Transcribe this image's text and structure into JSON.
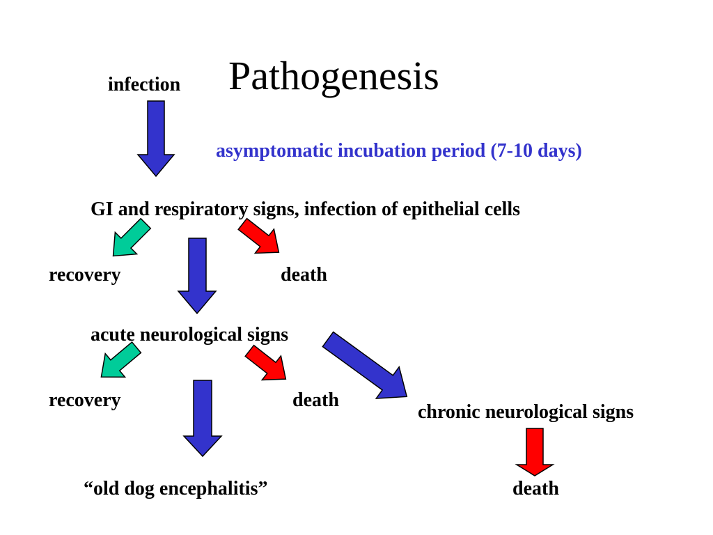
{
  "slide": {
    "title": "Pathogenesis",
    "note": "asymptomatic incubation period (7-10 days)",
    "colors": {
      "progression_arrow": "#3333cc",
      "recovery_arrow": "#00cc99",
      "death_arrow": "#ff0000",
      "note_text": "#3333cc"
    },
    "nodes": {
      "infection": "infection",
      "gi_signs": "GI and respiratory signs, infection of epithelial cells",
      "recovery_1": "recovery",
      "death_1": "death",
      "acute_neuro": "acute neurological signs",
      "recovery_2": "recovery",
      "death_2": "death",
      "chronic_neuro": "chronic neurological signs",
      "old_dog": "“old dog encephalitis”",
      "death_3": "death"
    }
  }
}
